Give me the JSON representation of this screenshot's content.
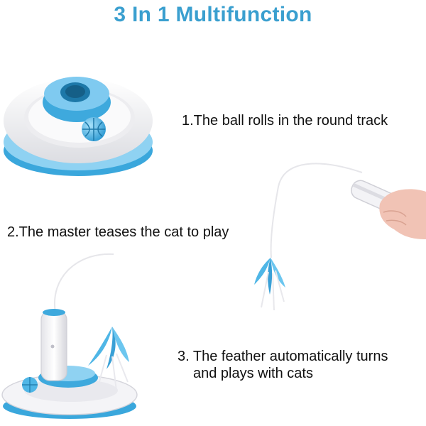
{
  "header": {
    "title": "3 In 1 Multifunction"
  },
  "features": [
    {
      "text": "1.The ball rolls in the round track"
    },
    {
      "text": "2.The master teases the cat to play"
    },
    {
      "lines": [
        "3. The feather automatically turns",
        "and plays with cats"
      ]
    }
  ],
  "colors": {
    "accent": "#3a9fcf",
    "toy_blue": "#4fb6e6",
    "toy_white": "#f4f4f6",
    "text": "#111111"
  }
}
